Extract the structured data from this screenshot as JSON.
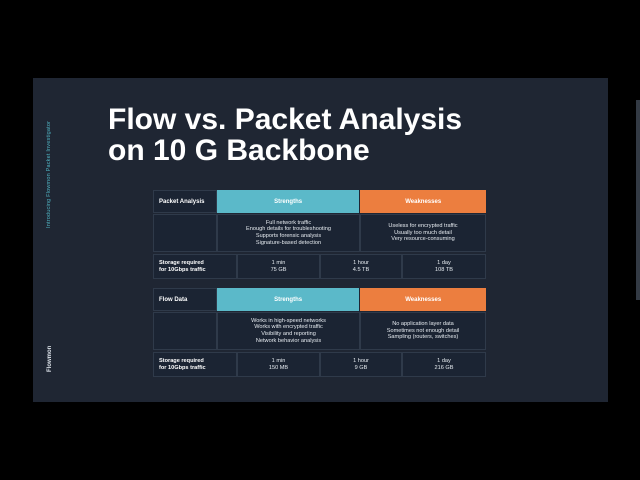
{
  "slide": {
    "title_lines": [
      "Flow vs. Packet Analysis",
      "on 10 G Backbone"
    ],
    "sidebar_caption": "Introducing Flowmon Packet Investigator",
    "sidebar_brand": "Flowmon"
  },
  "tables": [
    {
      "label": "Packet Analysis",
      "strengths_header": "Strengths",
      "weaknesses_header": "Weaknesses",
      "strengths": [
        "Full network traffic",
        "Enough details for troubleshooting",
        "Supports forensic analysis",
        "Signature-based detection"
      ],
      "weaknesses": [
        "Useless for encrypted traffic",
        "Usually too much detail",
        "Very resource-consuming"
      ],
      "storage_label": [
        "Storage required",
        "for 10Gbps traffic"
      ],
      "storage": [
        {
          "period": "1 min",
          "size": "75 GB"
        },
        {
          "period": "1 hour",
          "size": "4.5 TB"
        },
        {
          "period": "1 day",
          "size": "108 TB"
        }
      ]
    },
    {
      "label": "Flow Data",
      "strengths_header": "Strengths",
      "weaknesses_header": "Weaknesses",
      "strengths": [
        "Works in high-speed networks",
        "Works with encrypted traffic",
        "Visibility and reporting",
        "Network behavior analysis"
      ],
      "weaknesses": [
        "No application layer data",
        "Sometimes not enough detail",
        "Sampling (routers, switches)"
      ],
      "storage_label": [
        "Storage required",
        "for 10Gbps traffic"
      ],
      "storage": [
        {
          "period": "1 min",
          "size": "150 MB"
        },
        {
          "period": "1 hour",
          "size": "9 GB"
        },
        {
          "period": "1 day",
          "size": "216 GB"
        }
      ]
    }
  ],
  "colors": {
    "slide_background": "#1f2633",
    "strengths_header": "#5bb9c9",
    "weaknesses_header": "#ec7e3f",
    "sidebar_accent": "#4fb3c2"
  }
}
